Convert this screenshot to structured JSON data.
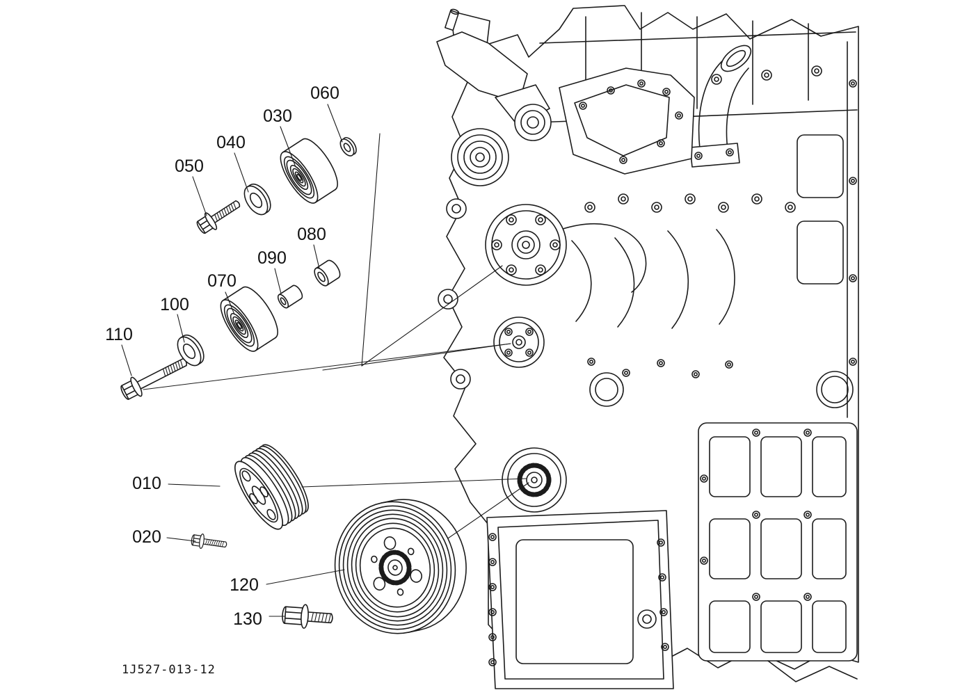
{
  "diagram": {
    "code": "1J527-013-12",
    "ink_color": "#1b1b1b",
    "background_color": "#ffffff",
    "callouts": [
      {
        "ref": "010",
        "label": "010"
      },
      {
        "ref": "020",
        "label": "020"
      },
      {
        "ref": "030",
        "label": "030"
      },
      {
        "ref": "040",
        "label": "040"
      },
      {
        "ref": "050",
        "label": "050"
      },
      {
        "ref": "060",
        "label": "060"
      },
      {
        "ref": "070",
        "label": "070"
      },
      {
        "ref": "080",
        "label": "080"
      },
      {
        "ref": "090",
        "label": "090"
      },
      {
        "ref": "100",
        "label": "100"
      },
      {
        "ref": "110",
        "label": "110"
      },
      {
        "ref": "120",
        "label": "120"
      },
      {
        "ref": "130",
        "label": "130"
      }
    ]
  }
}
